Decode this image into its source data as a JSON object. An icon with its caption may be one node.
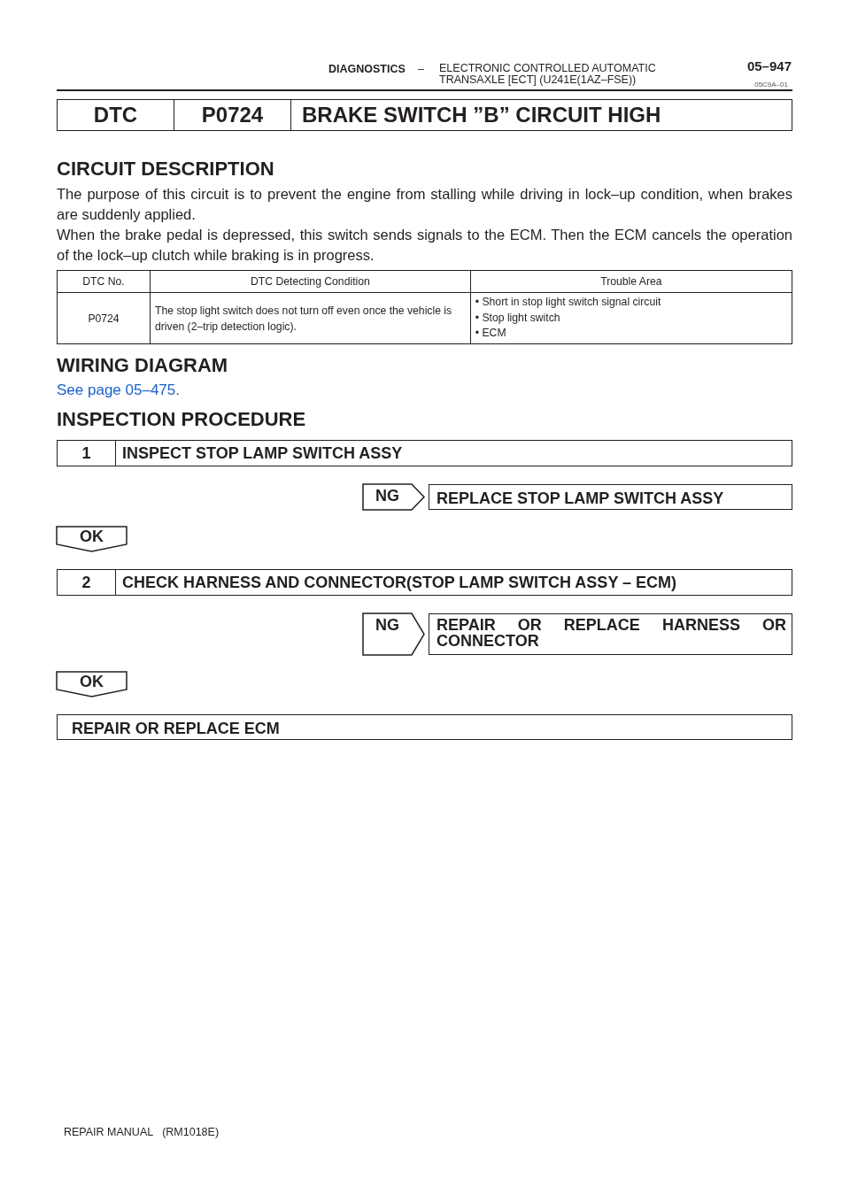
{
  "diagram": {
    "nodes": [
      {
        "text": [
          "1",
          "INSPECT STOP LAMP SWITCH ASSY"
        ]
      },
      {
        "text": [
          "NG"
        ]
      },
      {
        "text": [
          "REPLACE STOP LAMP SWITCH ASSY"
        ]
      },
      {
        "text": [
          "OK"
        ]
      },
      {
        "text": [
          "2",
          "CHECK HARNESS AND CONNECTOR(STOP LAMP SWITCH ASSY – ECM)"
        ]
      },
      {
        "text": [
          "NG"
        ]
      },
      {
        "text": [
          "REPAIR OR REPLACE HARNESS OR CONNECTOR"
        ]
      },
      {
        "text": [
          "OK"
        ]
      },
      {
        "text": [
          "REPAIR OR REPLACE ECM"
        ]
      }
    ],
    "labels": [
      "DIAGNOSTICS",
      "–",
      "ELECTRONIC CONTROLLED AUTOMATIC TRANSAXLE [ECT] (U241E(1AZ–FSE))",
      "05–947",
      "05C9A–01",
      "DTC",
      "P0724",
      "BRAKE SWITCH ”B” CIRCUIT HIGH",
      "CIRCUIT DESCRIPTION",
      "The purpose of this circuit is to prevent the engine from stalling while driving in lock–up condition, when brakes are suddenly applied.",
      "When the brake pedal is depressed, this switch sends signals to the ECM. Then the ECM cancels the operation of the lock–up clutch while braking is in progress.",
      "DTC No.",
      "DTC Detecting Condition",
      "Trouble Area",
      "P0724",
      "The stop light switch does not turn off even once the vehicle is driven (2–trip detection logic).",
      "• Short in stop light switch signal circuit",
      "• Stop light switch",
      "• ECM",
      "WIRING DIAGRAM",
      "See page 05–475.",
      "INSPECTION PROCEDURE",
      "REPAIR MANUAL   (RM1018E)"
    ]
  }
}
